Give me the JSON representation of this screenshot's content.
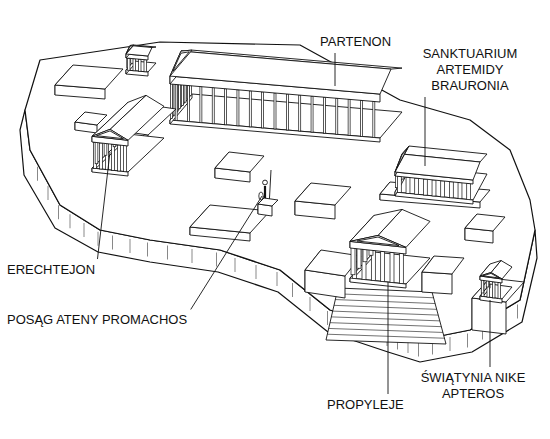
{
  "diagram": {
    "labels": [
      "PARTENON",
      "SANKTUARIUM ARTEMIDY BRAURONIA",
      "ERECHTEJON",
      "POSĄG ATENY PROMACHOS",
      "PROPYLEJE",
      "ŚWIĄTYNIA NIKE APTEROS"
    ]
  }
}
